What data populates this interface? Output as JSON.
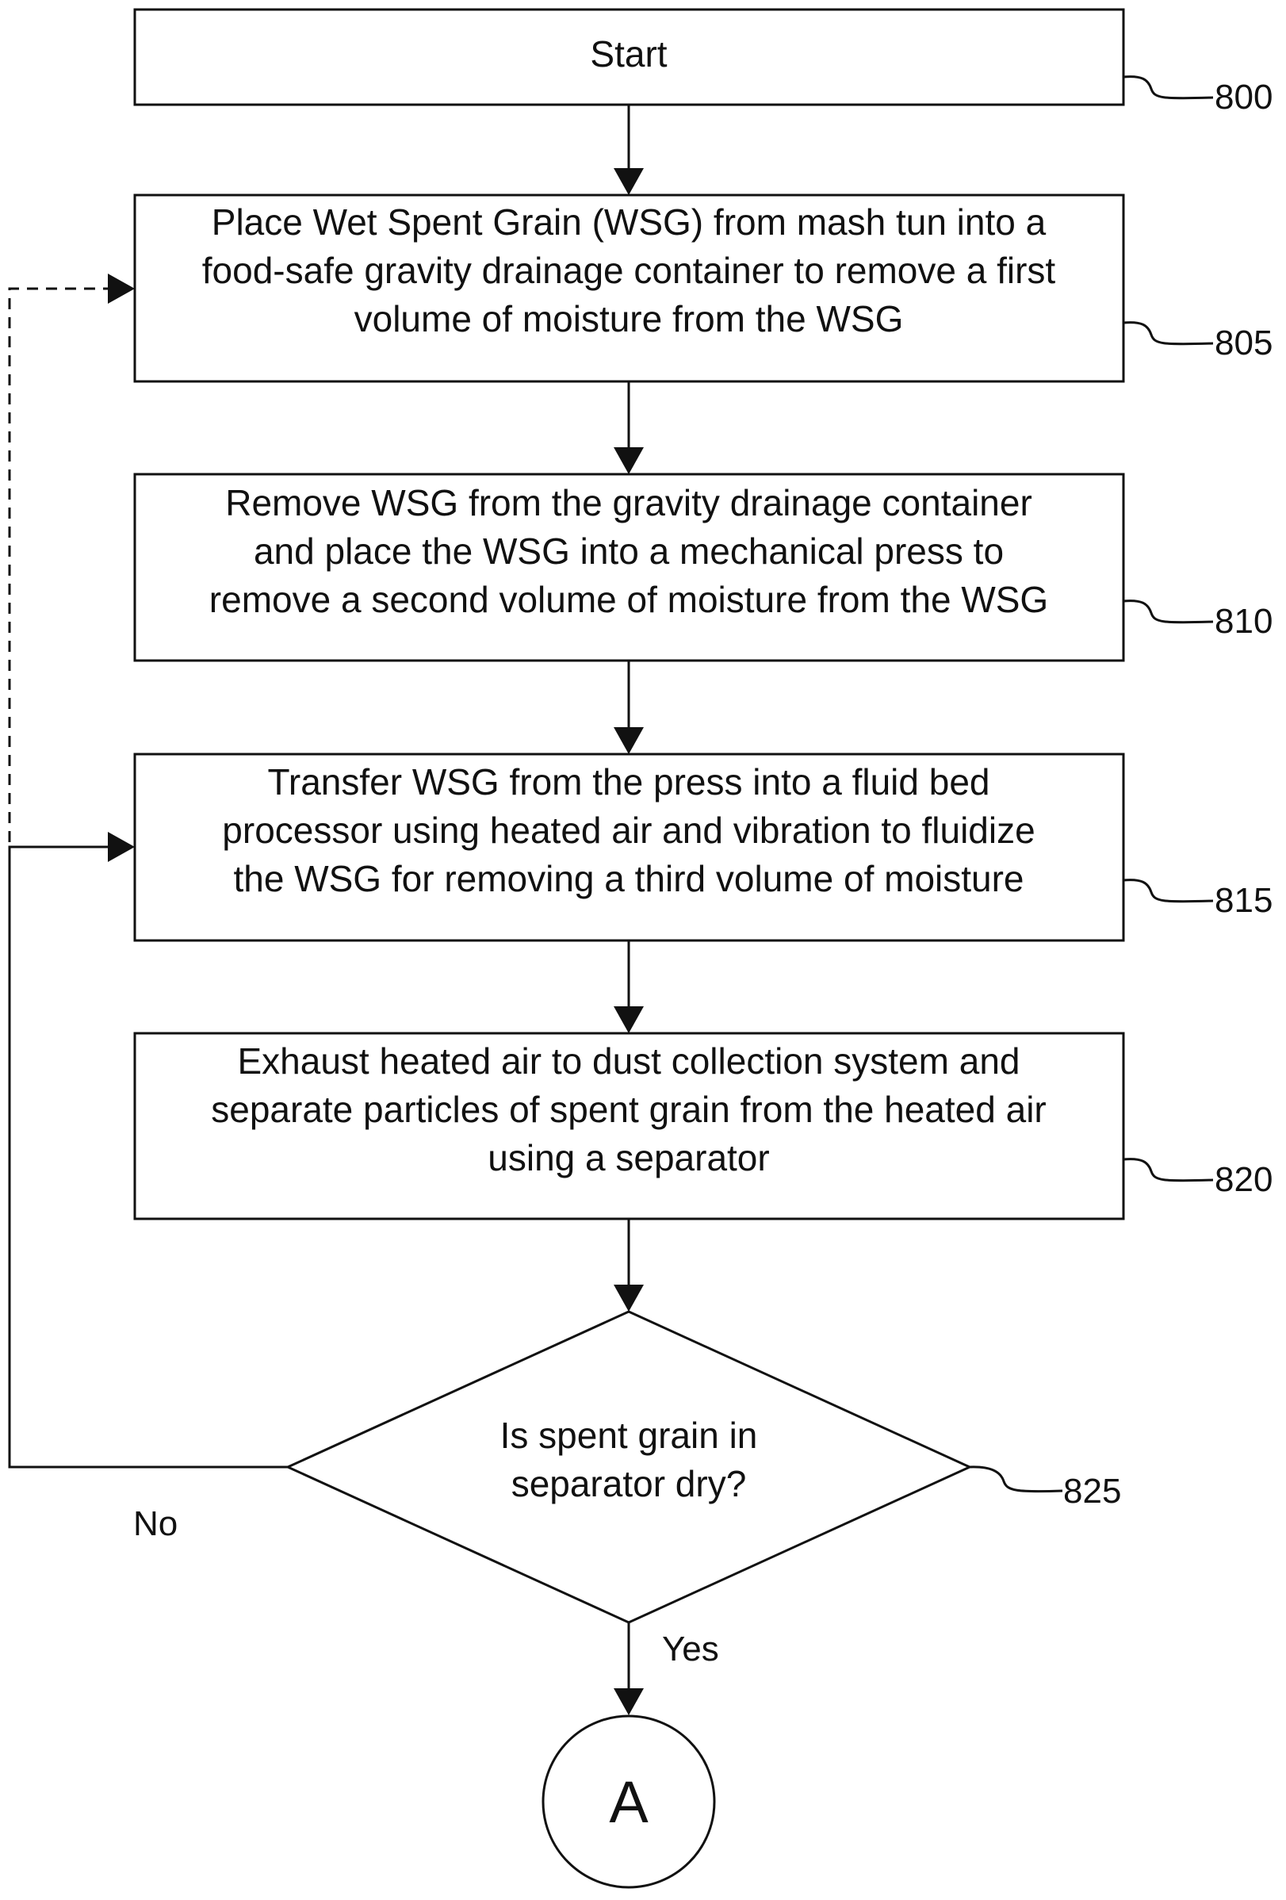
{
  "steps": [
    {
      "id": "start",
      "ref": "800",
      "lines": [
        "Start"
      ]
    },
    {
      "id": "drain",
      "ref": "805",
      "lines": [
        "Place Wet Spent Grain (WSG) from mash tun into a",
        "food-safe gravity drainage container to remove a first",
        "volume of moisture from the WSG"
      ]
    },
    {
      "id": "press",
      "ref": "810",
      "lines": [
        "Remove WSG from the gravity drainage container",
        "and place the WSG into a mechanical press to",
        "remove a second volume of moisture from the WSG"
      ]
    },
    {
      "id": "fluid-bed",
      "ref": "815",
      "lines": [
        "Transfer WSG from the press into a fluid bed",
        "processor using heated air and vibration to fluidize",
        "the WSG for removing a third volume of moisture"
      ]
    },
    {
      "id": "exhaust",
      "ref": "820",
      "lines": [
        "Exhaust heated air to dust collection system and",
        "separate particles of spent grain from the heated air",
        "using a separator"
      ]
    }
  ],
  "decision": {
    "id": "dry-check",
    "ref": "825",
    "lines": [
      "Is spent grain in",
      "separator dry?"
    ]
  },
  "labels": {
    "no": "No",
    "yes": "Yes"
  },
  "connector": {
    "label": "A"
  }
}
